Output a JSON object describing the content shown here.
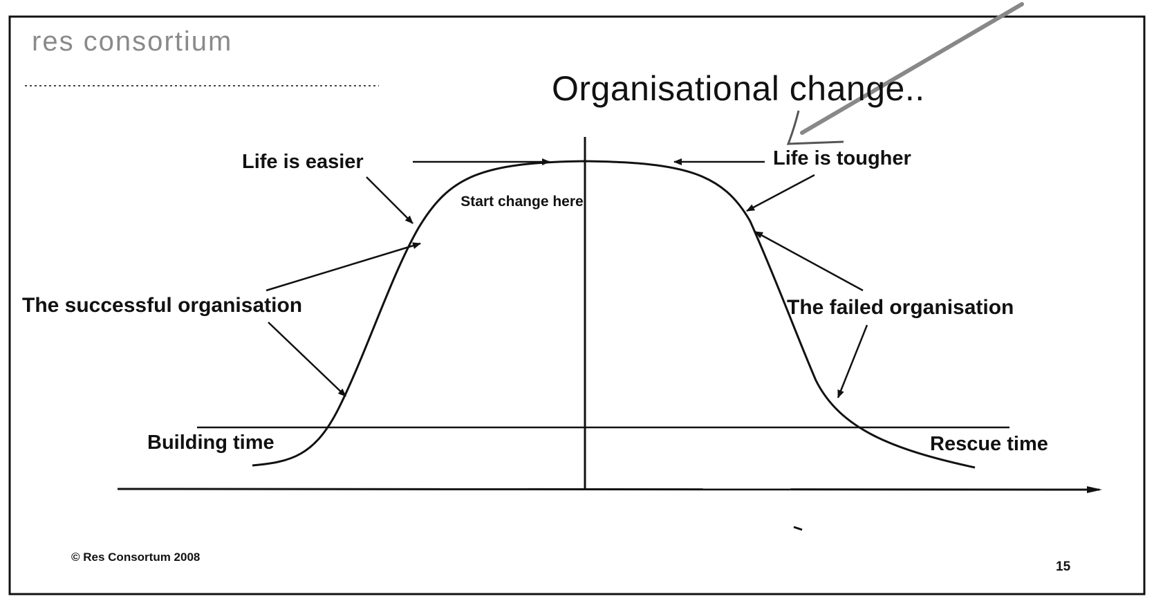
{
  "slide": {
    "logo": "res consortium",
    "title": "Organisational change..",
    "footer": "© Res Consortum 2008",
    "page_number": "15"
  },
  "diagram": {
    "labels": {
      "life_easier": "Life is easier",
      "life_tougher": "Life is tougher",
      "start_change": "Start change here",
      "successful": "The successful organisation",
      "failed": "The failed organisation",
      "building_time": "Building time",
      "rescue_time": "Rescue time"
    }
  },
  "colors": {
    "ink": "#111111",
    "logo_grey": "#8a8a8a",
    "annotation_pen": "#888888"
  }
}
